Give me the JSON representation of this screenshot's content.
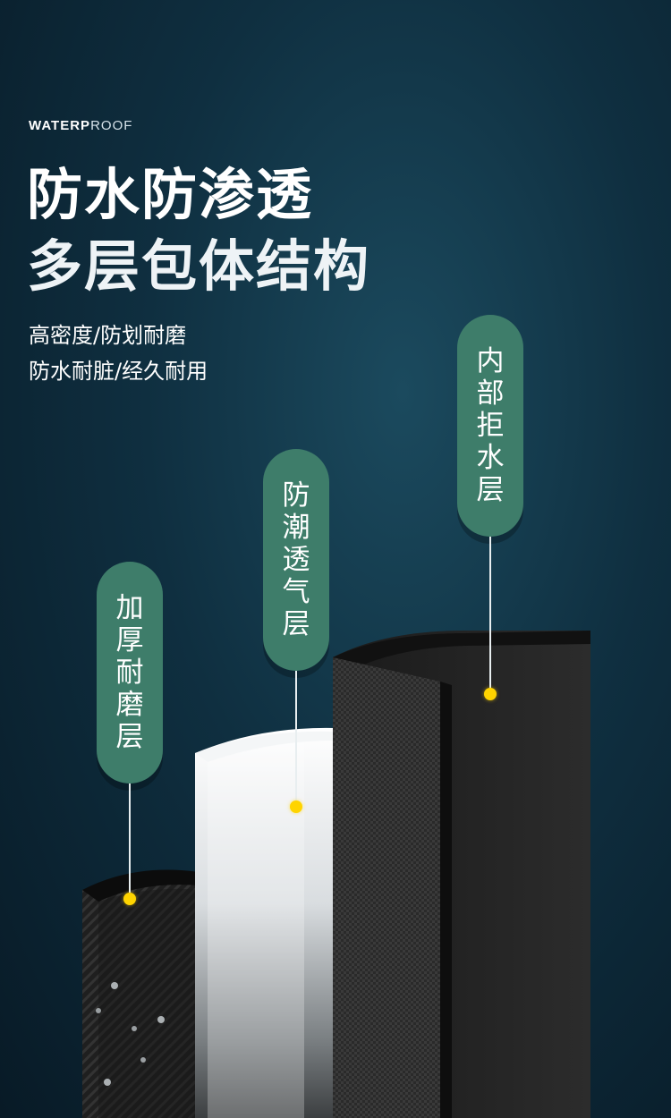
{
  "header": {
    "tag_bold": "WATERP",
    "tag_light": "ROOF",
    "title_line1": "防水防渗透",
    "title_line2": "多层包体结构",
    "features": [
      "高密度/防划耐磨",
      "防水耐脏/经久耐用"
    ]
  },
  "layers": [
    {
      "id": "wear",
      "label": [
        "加",
        "厚",
        "耐",
        "磨",
        "层"
      ]
    },
    {
      "id": "breathable",
      "label": [
        "防",
        "潮",
        "透",
        "气",
        "层"
      ]
    },
    {
      "id": "inner",
      "label": [
        "内",
        "部",
        "拒",
        "水",
        "层"
      ]
    }
  ],
  "colors": {
    "accent_green": "#3e7d6a",
    "marker_yellow": "#ffd400",
    "background_dark": "#0f2f40"
  }
}
